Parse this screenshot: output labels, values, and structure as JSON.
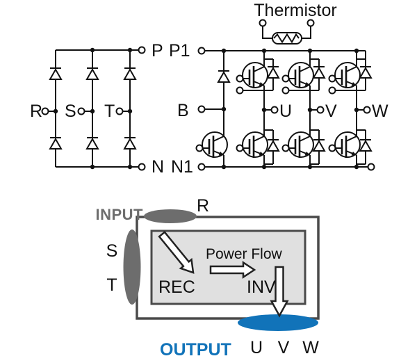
{
  "figure": {
    "schematic": {
      "thermistor_label": "Thermistor",
      "rectifier": {
        "phase_inputs": [
          "R",
          "S",
          "T"
        ],
        "dc_positive": "P",
        "dc_negative": "N"
      },
      "inverter": {
        "dc_positive": "P1",
        "brake_terminal": "B",
        "dc_negative": "N1",
        "phase_outputs": [
          "U",
          "V",
          "W"
        ]
      }
    },
    "power_flow": {
      "input_label": "INPUT",
      "input_phases": [
        "R",
        "S",
        "T"
      ],
      "rec_label": "REC",
      "inv_label": "INV",
      "flow_label": "Power Flow",
      "output_label": "OUTPUT",
      "output_phases": [
        "U",
        "V",
        "W"
      ]
    },
    "colors": {
      "line": "#111111",
      "gray_blob": "#6d6d6d",
      "input_text": "#6e6e6e",
      "blue": "#1173b9",
      "module_fill": "#e0e0e0",
      "module_border": "#4a4a4a"
    }
  }
}
